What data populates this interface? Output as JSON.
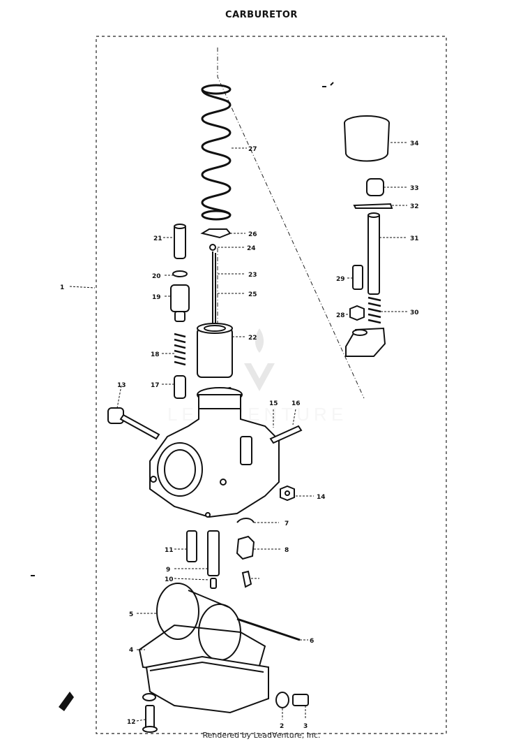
{
  "title": "CARBURETOR",
  "footer": "Rendered by LeadVenture, Inc.",
  "watermark": "LEADVENTURE",
  "part_numbers": {
    "p1": "1",
    "p2": "2",
    "p3": "3",
    "p4": "4",
    "p5": "5",
    "p6": "6",
    "p7": "7",
    "p8": "8",
    "p9": "9",
    "p10": "10",
    "p11": "11",
    "p12": "12",
    "p13": "13",
    "p14": "14",
    "p15": "15",
    "p16": "16",
    "p17": "17",
    "p18": "18",
    "p19": "19",
    "p20": "20",
    "p21": "21",
    "p22": "22",
    "p23": "23",
    "p24": "24",
    "p25": "25",
    "p26": "26",
    "p27": "27",
    "p28": "28",
    "p29": "29",
    "p30": "30",
    "p31": "31",
    "p32": "32",
    "p33": "33",
    "p34": "34"
  }
}
